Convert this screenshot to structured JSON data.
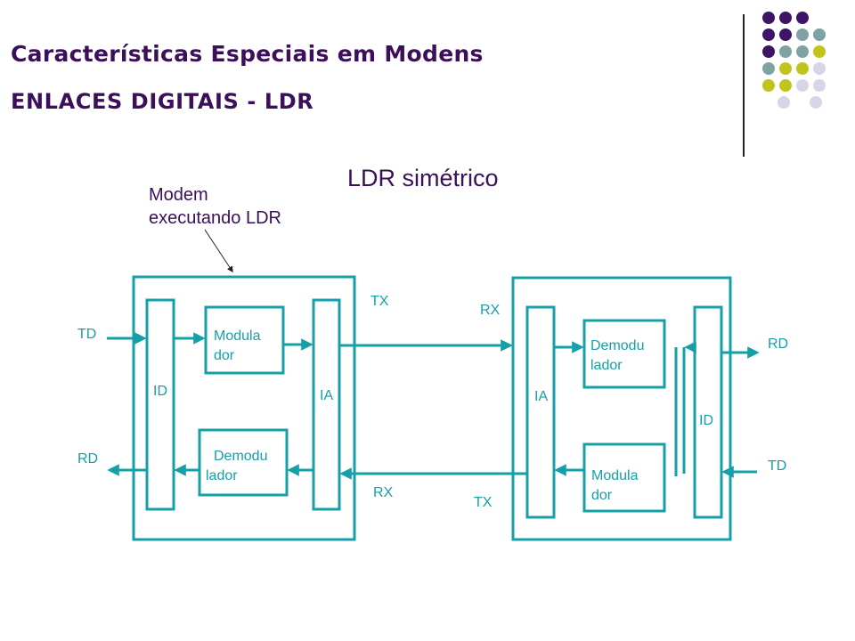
{
  "slide": {
    "title": "Características Especiais em Modens",
    "subtitle": "ENLACES DIGITAIS - LDR",
    "diagram_title": "LDR simétrico",
    "note_line1": "Modem",
    "note_line2": "executando LDR"
  },
  "left_modem": {
    "id_label": "ID",
    "ia_label": "IA",
    "mod_line1": "Modula",
    "mod_line2": "dor",
    "demod_line1": "Demodu",
    "demod_line2": "lador",
    "td_label": "TD",
    "rd_label": "RD",
    "tx_label": "TX",
    "rx_label": "RX"
  },
  "right_modem": {
    "id_label": "ID",
    "ia_label": "IA",
    "demod_line1": "Demodu",
    "demod_line2": "lador",
    "mod_line1": "Modula",
    "mod_line2": "dor",
    "rd_label": "RD",
    "td_label": "TD",
    "rx_label": "RX",
    "tx_label": "TX"
  },
  "colors": {
    "title": "#3b0f5a",
    "diagram": "#15a0a8",
    "dot_purple": "#3d1466",
    "dot_teal": "#7fa3a3",
    "dot_yellow": "#c2c41e",
    "dot_lavender": "#d6d6e8"
  },
  "decor_dots": [
    [
      "dot_purple",
      "dot_purple",
      "dot_purple"
    ],
    [
      "dot_purple",
      "dot_purple",
      "dot_teal",
      "dot_teal"
    ],
    [
      "dot_purple",
      "dot_teal",
      "dot_teal",
      "dot_yellow"
    ],
    [
      "dot_teal",
      "dot_yellow",
      "dot_yellow",
      "dot_lavender"
    ],
    [
      "dot_yellow",
      "dot_yellow",
      "dot_lavender",
      "dot_lavender"
    ],
    [
      "dot_lavender",
      "dot_lavender"
    ]
  ]
}
